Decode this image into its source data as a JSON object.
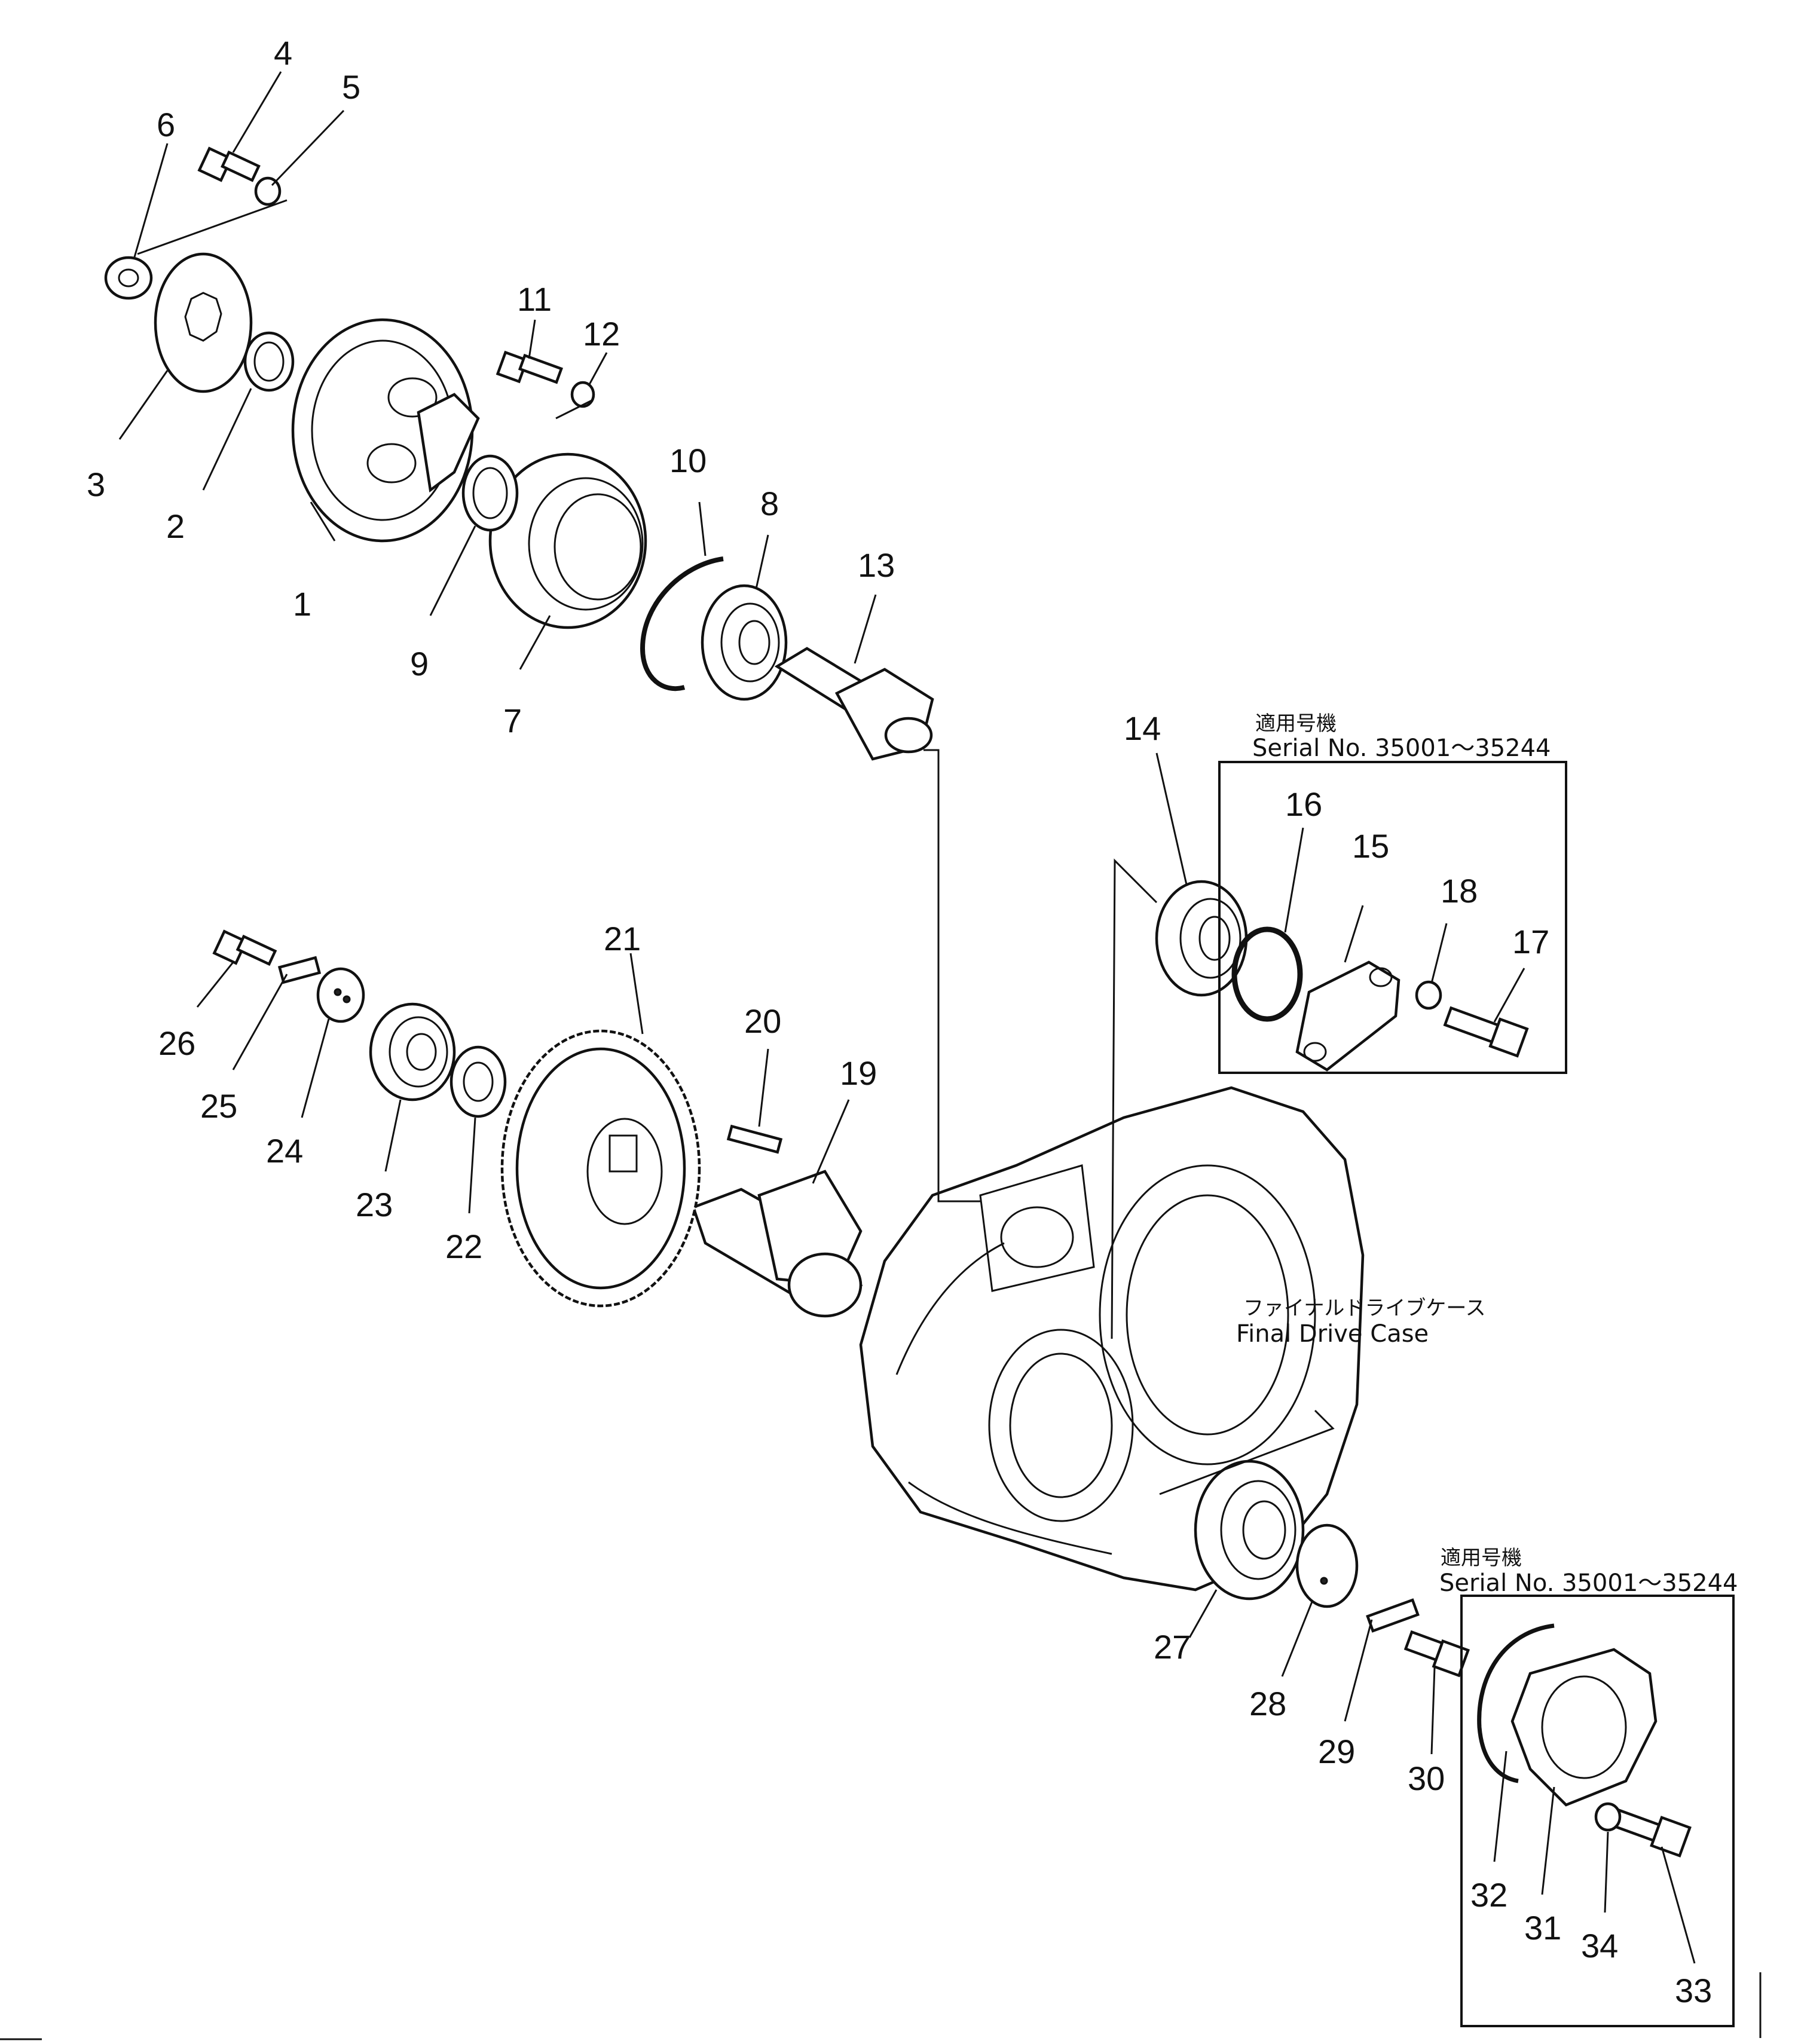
{
  "callouts": [
    "1",
    "2",
    "3",
    "4",
    "5",
    "6",
    "7",
    "8",
    "9",
    "10",
    "11",
    "12",
    "13",
    "14",
    "15",
    "16",
    "17",
    "18",
    "19",
    "20",
    "21",
    "22",
    "23",
    "24",
    "25",
    "26",
    "27",
    "28",
    "29",
    "30",
    "31",
    "32",
    "33",
    "34"
  ],
  "case_label": {
    "jp": "ファイナルドライブケース",
    "en": "Final Drive Case"
  },
  "serial_box_upper": {
    "jp": "適用号機",
    "en": "Serial No. 35001～35244"
  },
  "serial_box_lower": {
    "jp": "適用号機",
    "en": "Serial No. 35001～35244"
  }
}
